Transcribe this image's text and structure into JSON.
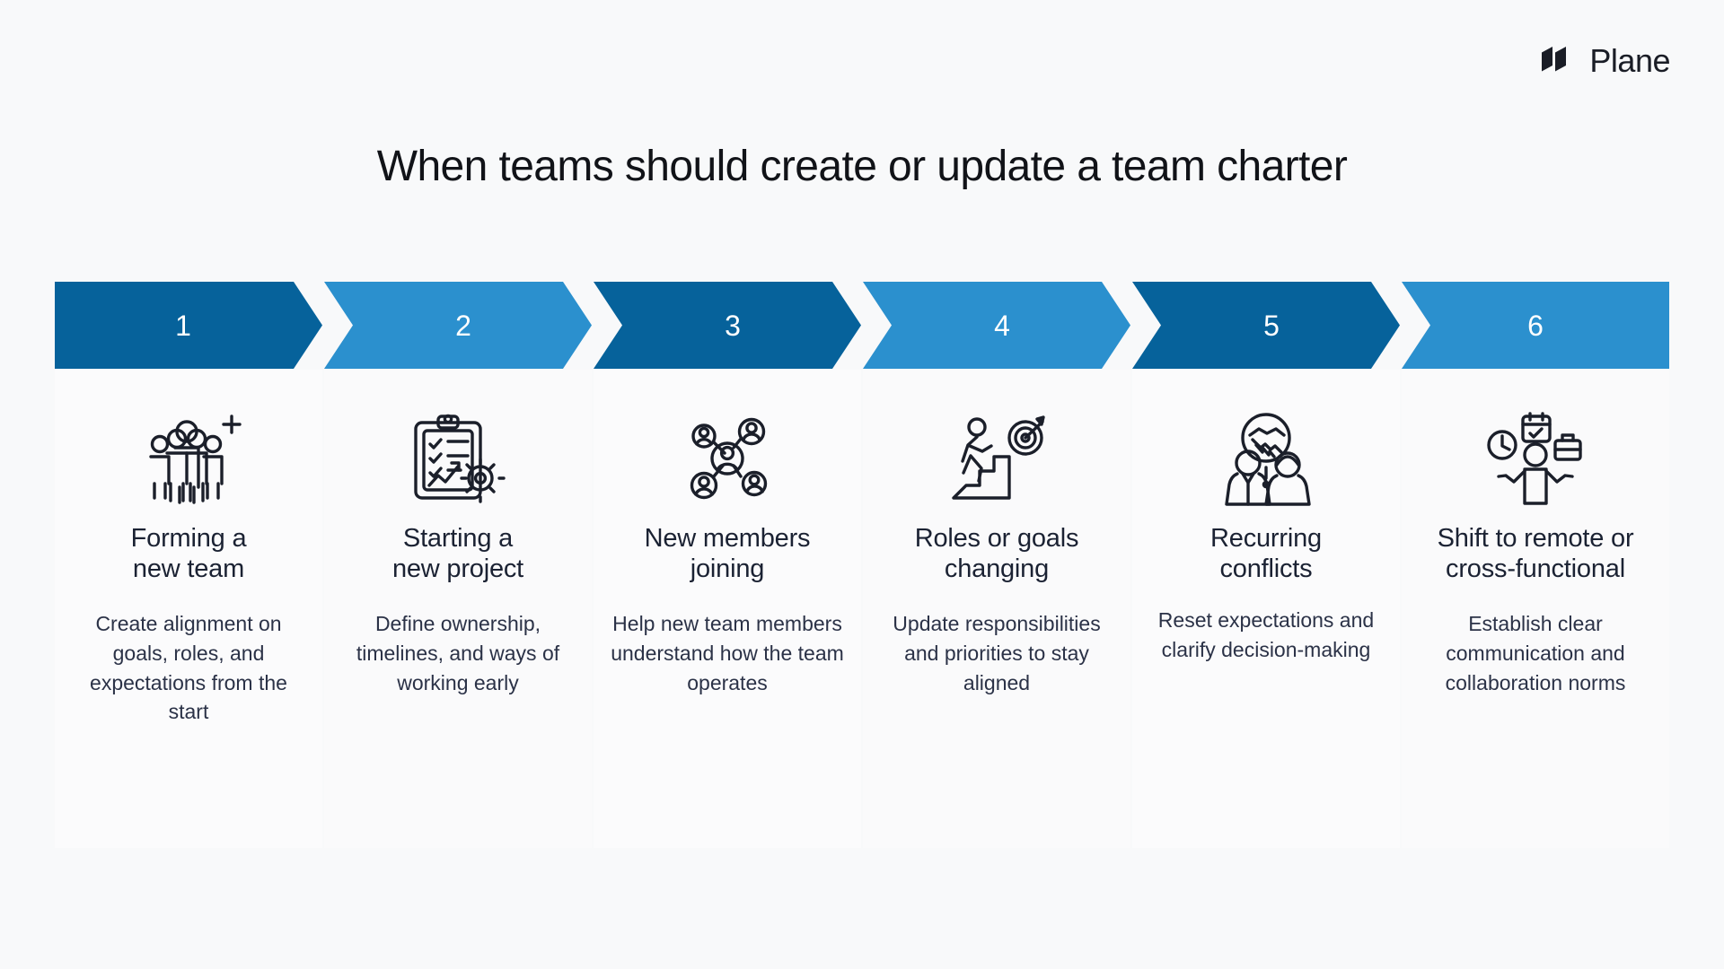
{
  "brand": {
    "name": "Plane",
    "logo_icon": "plane-logo-icon"
  },
  "header": {
    "title": "When teams should create or update a team charter"
  },
  "colors": {
    "chevron_dark": "#06629b",
    "chevron_light": "#2b90ce",
    "page_background": "#f8f9fa",
    "card_background": "#fbfbfc",
    "title_text": "#111318",
    "body_text": "#2b3247",
    "icon_stroke": "#1b1f2a",
    "chevron_number_text": "#ffffff"
  },
  "steps": [
    {
      "number": "1",
      "title": "Forming a\nnew team",
      "description": "Create alignment on goals, roles, and expectations from the start",
      "icon": "team-group-add-icon",
      "chevron_color": "#06629b"
    },
    {
      "number": "2",
      "title": "Starting a\nnew project",
      "description": "Define ownership, timelines, and ways of working early",
      "icon": "clipboard-checklist-gear-icon",
      "chevron_color": "#2b90ce"
    },
    {
      "number": "3",
      "title": "New members\njoining",
      "description": "Help new team members understand how the team operates",
      "icon": "people-network-icon",
      "chevron_color": "#06629b"
    },
    {
      "number": "4",
      "title": "Roles or goals\nchanging",
      "description": "Update responsibilities and priorities to stay aligned",
      "icon": "person-stairs-target-icon",
      "chevron_color": "#2b90ce"
    },
    {
      "number": "5",
      "title": "Recurring\nconflicts",
      "description": "Reset expectations and clarify decision-making",
      "icon": "handshake-two-people-icon",
      "chevron_color": "#06629b"
    },
    {
      "number": "6",
      "title": "Shift to remote or\ncross-functional",
      "description": "Establish clear communication and collaboration norms",
      "icon": "person-juggling-clock-calendar-briefcase-icon",
      "chevron_color": "#2b90ce"
    }
  ]
}
